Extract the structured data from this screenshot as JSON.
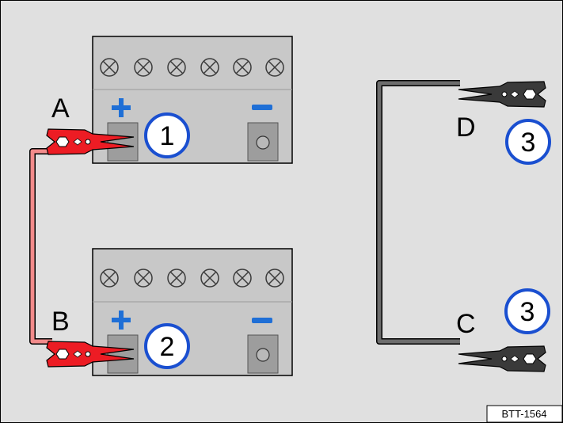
{
  "diagram": {
    "colors": {
      "background": "#e0e0e0",
      "battery_body": "#c8c8c8",
      "terminal": "#9d9d9d",
      "red_clamp": "#ed1c24",
      "red_cable": "#f28b8b",
      "black_clamp": "#3a3a3a",
      "black_cable": "#6d6d6d",
      "plus_sign": "#1f6fd6",
      "minus_sign": "#1f6fd6",
      "callout_ring": "#1a4fd0"
    },
    "batteries": [
      {
        "id": "upper",
        "positive_symbol": "+",
        "negative_symbol": "−",
        "clamp_label": "A",
        "callout": "1",
        "vent_caps_icon": "vent-cap-icon"
      },
      {
        "id": "lower",
        "positive_symbol": "+",
        "negative_symbol": "−",
        "clamp_label": "B",
        "callout": "2",
        "vent_caps_icon": "vent-cap-icon"
      }
    ],
    "black_cable": {
      "clamp_labels": [
        "D",
        "C"
      ],
      "callouts": [
        "3",
        "3"
      ]
    },
    "figure_reference": "BTT-1564"
  }
}
